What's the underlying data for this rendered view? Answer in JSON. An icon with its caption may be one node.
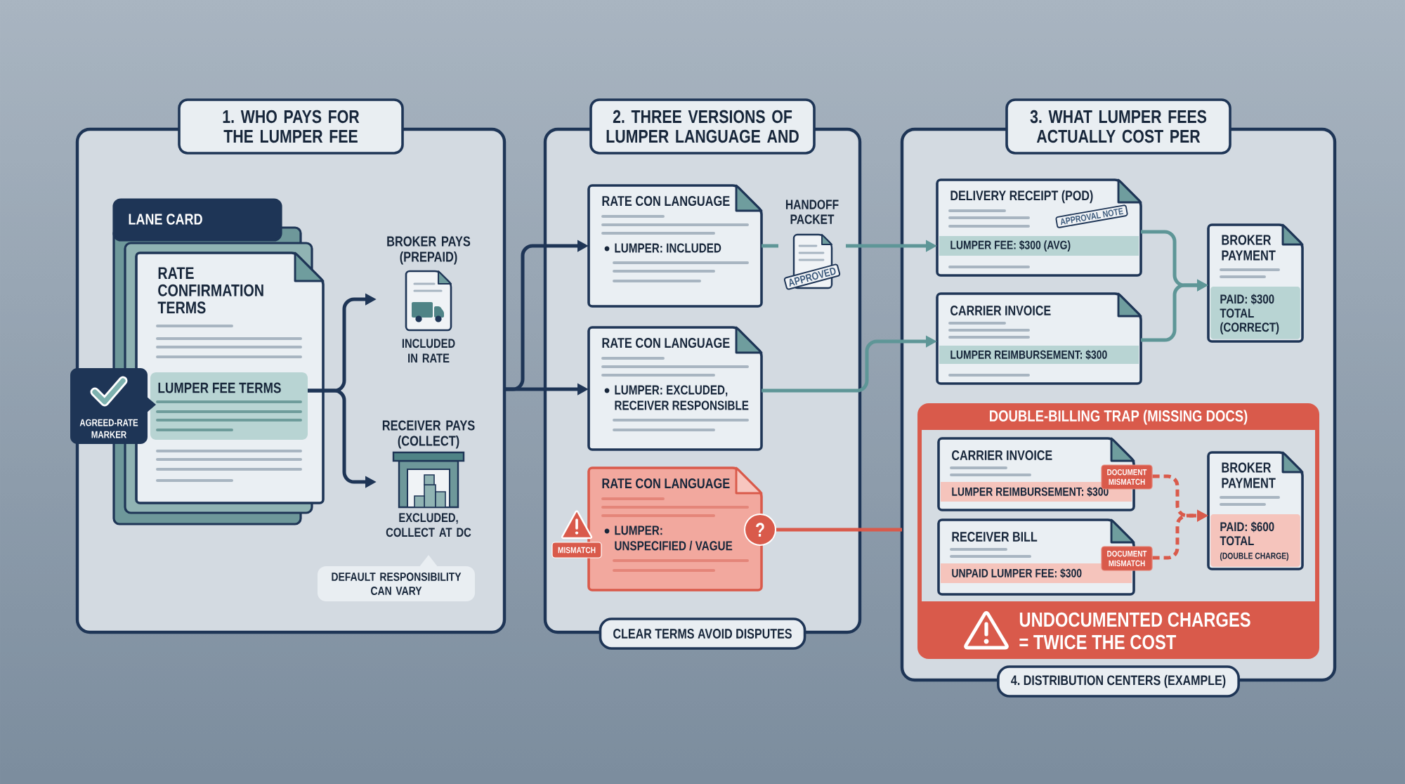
{
  "diagram": {
    "nodes": [
      {
        "text": [
          "1. WHO PAYS FOR THE LUMPER FEE"
        ]
      },
      {
        "text": [
          "LANE CARD"
        ],
        "in": 0
      },
      {
        "text": [
          "RATE CONFIRMATION TERMS"
        ],
        "in": 1
      },
      {
        "text": [
          "LUMPER FEE TERMS"
        ],
        "in": 2
      },
      {
        "text": [
          "AGREED-RATE MARKER"
        ]
      },
      {
        "text": [
          "BROKER PAYS (PREPAID)",
          "INCLUDED IN RATE"
        ],
        "in": 0
      },
      {
        "text": [
          "RECEIVER PAYS (COLLECT)",
          "EXCLUDED, COLLECT AT DC"
        ],
        "in": 0
      },
      {
        "text": [
          "DEFAULT RESPONSIBILITY CAN VARY"
        ],
        "in": 0
      },
      {
        "text": [
          "2. THREE VERSIONS OF LUMPER LANGUAGE AND",
          "CLEAR TERMS AVOID DISPUTES"
        ]
      },
      {
        "text": [
          "RATE CON LANGUAGE",
          "LUMPER: INCLUDED"
        ],
        "in": 8
      },
      {
        "text": [
          "HANDOFF PACKET",
          "APPROVED"
        ],
        "in": 8
      },
      {
        "text": [
          "RATE CON LANGUAGE",
          "LUMPER: EXCLUDED, RECEIVER RESPONSIBLE"
        ],
        "in": 8
      },
      {
        "text": [
          "RATE CON LANGUAGE",
          "LUMPER: UNSPECIFIED / VAGUE"
        ],
        "in": 8
      },
      {
        "text": [
          "MISMATCH"
        ],
        "in": 8
      },
      {
        "text": [
          "?"
        ],
        "in": 8
      },
      {
        "text": [
          "3. WHAT LUMPER FEES ACTUALLY COST PER",
          "4. DISTRIBUTION CENTERS (EXAMPLE)"
        ]
      },
      {
        "text": [
          "DELIVERY RECEIPT (POD)",
          "APPROVAL NOTE",
          "LUMPER FEE: $300 (AVG)"
        ],
        "in": 15
      },
      {
        "text": [
          "CARRIER INVOICE",
          "LUMPER REIMBURSEMENT: $300"
        ],
        "in": 15
      },
      {
        "text": [
          "BROKER PAYMENT",
          "PAID: $300 TOTAL (CORRECT)"
        ],
        "in": 15
      },
      {
        "text": [
          "DOUBLE-BILLING TRAP (MISSING DOCS)",
          "UNDOCUMENTED CHARGES = TWICE THE COST"
        ],
        "in": 15
      },
      {
        "text": [
          "CARRIER INVOICE",
          "LUMPER REIMBURSEMENT: $300"
        ],
        "in": 19
      },
      {
        "text": [
          "DOCUMENT MISMATCH"
        ],
        "in": 19
      },
      {
        "text": [
          "RECEIVER BILL",
          "UNPAID LUMPER FEE: $300"
        ],
        "in": 19
      },
      {
        "text": [
          "DOCUMENT MISMATCH"
        ],
        "in": 19
      },
      {
        "text": [
          "BROKER PAYMENT",
          "PAID: $600 TOTAL",
          "(DOUBLE CHARGE)"
        ],
        "in": 19
      }
    ],
    "edges": [
      {
        "from": 3,
        "to": 5,
        "arrow": "to",
        "color": "#1e3556"
      },
      {
        "from": 3,
        "to": 6,
        "arrow": "to",
        "color": "#1e3556"
      },
      {
        "from": 0,
        "to": 9,
        "arrow": "to",
        "color": "#1e3556"
      },
      {
        "from": 0,
        "to": 11,
        "arrow": "to",
        "color": "#1e3556"
      },
      {
        "from": 9,
        "to": 10,
        "arrow": "none"
      },
      {
        "from": 10,
        "to": 16,
        "arrow": "to"
      },
      {
        "from": 11,
        "to": 17,
        "arrow": "to"
      },
      {
        "from": 16,
        "to": 18,
        "arrow": "to"
      },
      {
        "from": 17,
        "to": 18,
        "arrow": "to"
      },
      {
        "from": 14,
        "to": 15,
        "arrow": "none",
        "color": "#d95a4b"
      },
      {
        "from": 21,
        "to": 24,
        "arrow": "to",
        "style": "dashed",
        "color": "#d95a4b"
      },
      {
        "from": 23,
        "to": 24,
        "arrow": "to",
        "style": "dashed",
        "color": "#d95a4b"
      }
    ]
  }
}
